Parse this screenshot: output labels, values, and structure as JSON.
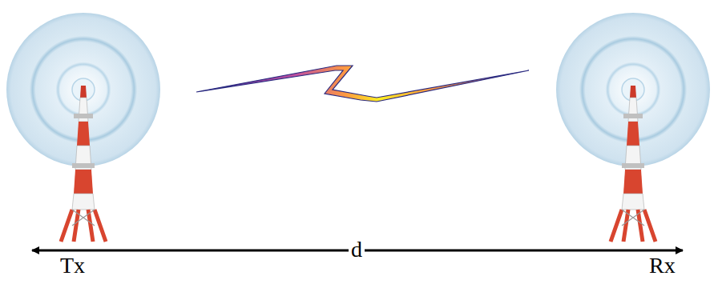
{
  "diagram": {
    "labels": [
      "Tx",
      "d",
      "Rx"
    ]
  }
}
